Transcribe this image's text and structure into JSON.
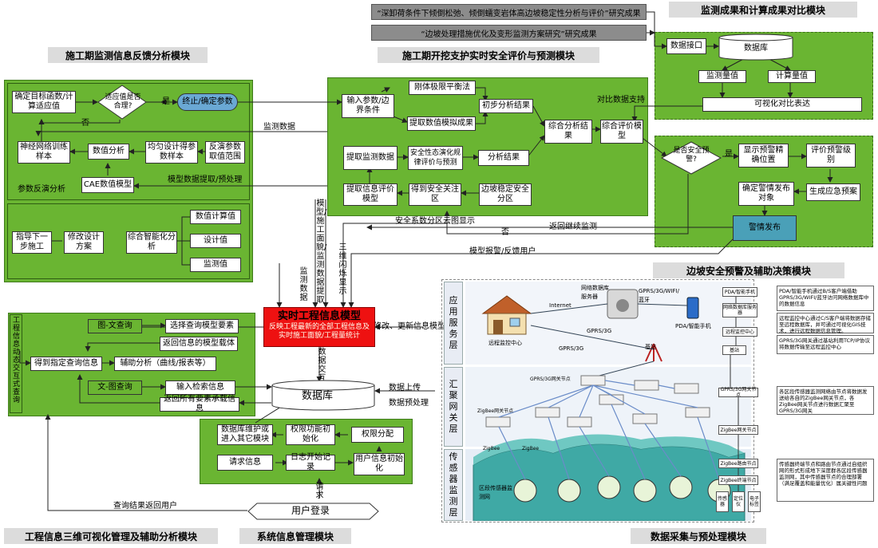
{
  "titles": {
    "feedback": "施工期监测信息反馈分析模块",
    "safety": "施工期开挖支护实时安全评价与预测模块",
    "compare": "监测成果和计算成果对比模块",
    "warning": "边坡安全预警及辅助决策模块",
    "query3d": "工程信息三维可视化管理及辅助分析模块",
    "sysmgmt": "系统信息管理模块",
    "datacollect": "数据采集与预处理模块"
  },
  "results": {
    "r1": "“深卸荷条件下倾倒松弛、倾倒蠕变岩体高边坡稳定性分析与评价”研究成果",
    "r2": "“边坡处理措施优化及变形监测方案研究”研究成果"
  },
  "compare": {
    "interface": "数据接口",
    "db": "数据库",
    "monitor": "监测量值",
    "calc": "计算量值",
    "visual": "可视化对比表达"
  },
  "feedback": {
    "target": "确定目标函数/计算适应值",
    "fit": "适应值是否合理?",
    "yes": "是",
    "no": "否",
    "stop": "终止/确定参数",
    "nn": "神经网络训练样本",
    "numan": "数值分析",
    "uniform": "均匀设计得参数样本",
    "range": "反演参数取值范围",
    "cae": "CAE数值模型",
    "param_label": "参数反演分析",
    "guide": "指导下一步施工",
    "modify": "修改设计方案",
    "intel": "综合智能化分析",
    "numcalc": "数值计算值",
    "design": "设计值",
    "monval": "监测值"
  },
  "safety": {
    "input": "输入参数/边界条件",
    "rigid": "刚体极限平衡法",
    "extract_num": "提取数值模拟成果",
    "prelim": "初步分析结果",
    "comp": "综合分析结果",
    "model": "综合评价模型",
    "extract_mon": "提取监测数据",
    "dynamic": "安全性态演化规律评价与预测",
    "result": "分析结果",
    "eval": "提取信息评价模型",
    "focus": "得到安全关注区",
    "zone": "边坡稳定安全分区"
  },
  "warning": {
    "safe": "是否安全预警?",
    "yes": "是",
    "no": "否",
    "display": "显示预警精确位置",
    "level": "评价预警级别",
    "obj": "确定警情发布对象",
    "plan": "生成应急预案",
    "publish": "警情发布"
  },
  "edges": {
    "monitor_data": "监测数据",
    "model_extract": "模型数据提取/预处理",
    "compare_support": "对比数据支持",
    "safety_cloud": "安全系数分区云图显示",
    "no": "否",
    "return_monitor": "返回继续监测",
    "model_alarm": "模型报警/反馈用户",
    "v_model": "模型/施工面貌/监测数据提取",
    "v_data": "监测数据",
    "v_3d": "三维闪烁显示",
    "modify_update": "修改、更新信息模型",
    "v_exchange": "数据交互",
    "upload": "数据上传",
    "preprocess": "数据预处理",
    "query_return": "查询结果返回用户",
    "request": "请求"
  },
  "center": {
    "title": "实时工程信息模型",
    "sub": "反映工程最新的全部工程信息及实时施工面貌/工程量统计"
  },
  "query3d": {
    "side": "工程信息动态交互式查询",
    "img_text": "图-文查询",
    "select": "选择查询模型要素",
    "return_model": "返回信息的模型载体",
    "get_info": "得到指定查询信息",
    "aux": "辅助分析（曲线/报表等）",
    "text_img": "文-图查询",
    "input_key": "输入检索信息",
    "return_all": "返回所有要素承载信息"
  },
  "db": "数据库",
  "sysmgmt": {
    "maint": "数据库维护或进入其它模块",
    "perm_init": "权限功能初始化",
    "perm": "权限分配",
    "req_info": "请求信息",
    "log": "日志开始记录",
    "user_init": "用户信息初始化",
    "login": "用户登录"
  },
  "collect": {
    "layer_app": "应用服务层",
    "layer_gw": "汇聚网关层",
    "layer_sensor": "传感器监测层",
    "server": "网络数据库服务器",
    "gprs_wifi": "GPRS/3G/WIFI/蓝牙",
    "internet": "Internet",
    "gprs1": "GPRS/3G",
    "gprs2": "GPRS/3G",
    "pda": "PDA/智能手机",
    "remote": "远程监控中心",
    "base": "基站",
    "gw_node": "GPRS/3G网关节点",
    "zigbee_node": "ZigBee网关节点",
    "zb1": "ZigBee",
    "zb2": "ZigBee",
    "sensor_net": "区段传感器监测网",
    "st_pda": "PDA/智能手机",
    "st_server": "网络数据库服务器",
    "st_remote": "远程监控中心",
    "st_base": "基站",
    "st_gw": "GPRS/3G网关节点",
    "st_zb": "ZigBee网关节点",
    "st_route": "ZigBee路由节点",
    "st_term": "ZigBee终端节点",
    "st_s1": "传感器",
    "st_s2": "定位仪",
    "st_s3": "电子标签",
    "note1": "PDA/智能手机通过B/S客户端借助GPRS/3G/WIFI/蓝牙访问网络数据库中的数据信息",
    "note2": "远程监控中心通过C/S客户端将数据存储至远程数据库，并可通过可视化GIS技术，进行远程数据信息管理。",
    "note3": "GPRS/3G网关通过基站利用TCP/IP协议将数据传输至远程监控中心",
    "note4": "各区段传感器监测网络由节点将数据发送给各自的ZigBee网关节点，各ZigBee网关节点进行数据汇聚至GPRS/3G网关",
    "note5": "传感器终端节点和路由节点通过自组织网的形式形成地下深度群各区段传感器监测网，其中传感器节点的合理部署（满足覆盖和能量优化）属关键性问题"
  }
}
